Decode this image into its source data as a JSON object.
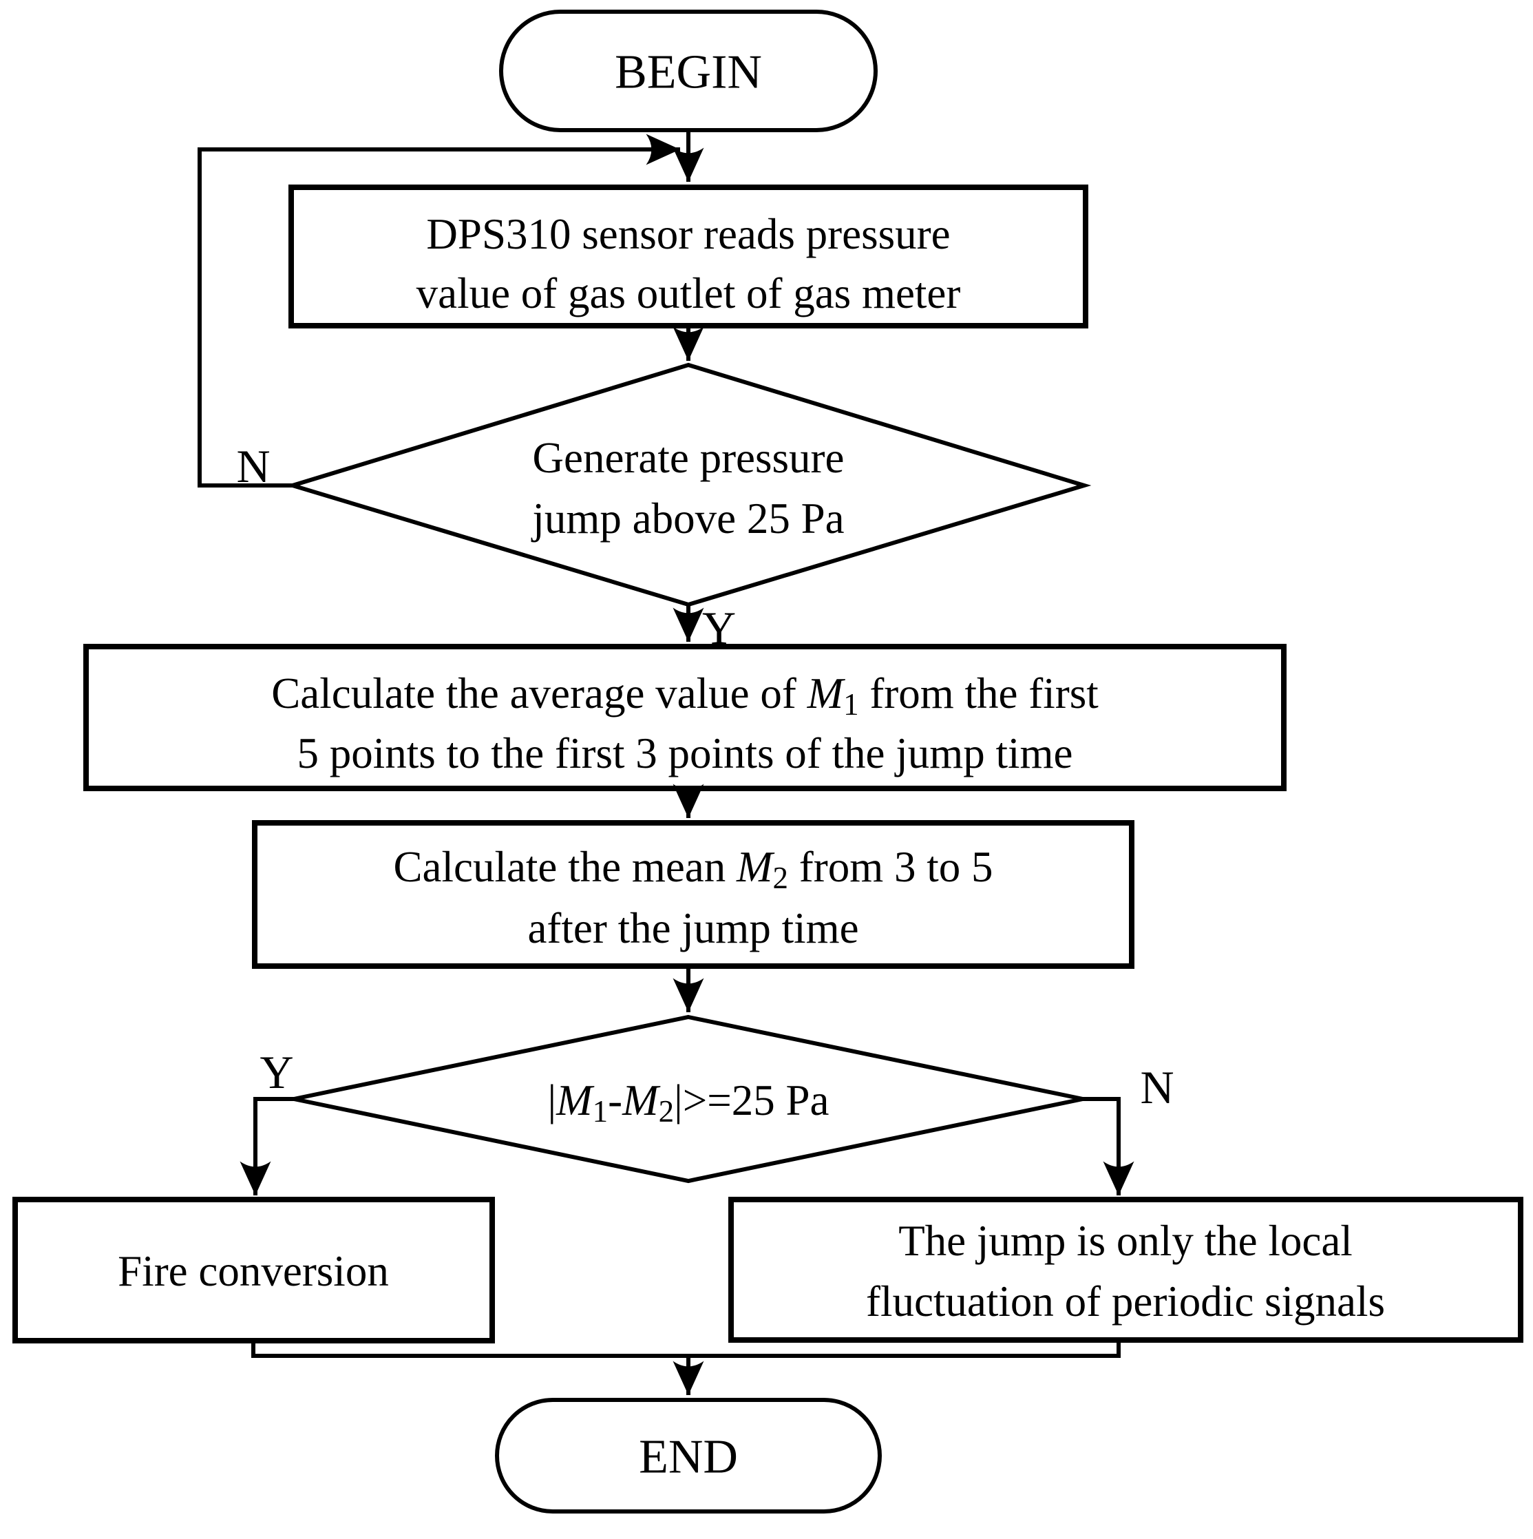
{
  "colors": {
    "stroke": "#000000",
    "background": "#ffffff"
  },
  "flowchart": {
    "begin": {
      "label": "BEGIN"
    },
    "box_read": {
      "line1": "DPS310 sensor reads pressure",
      "line2": "value of gas outlet of gas meter"
    },
    "diamond_jump": {
      "line1": "Generate pressure",
      "line2": "jump above 25 Pa",
      "no_label": "N",
      "yes_label": "Y"
    },
    "box_m1": {
      "line1_pre": "Calculate the average value of ",
      "m_symbol": "M",
      "m_sub": "1",
      "line1_post": " from the first",
      "line2": "5 points to the first 3 points of the jump time"
    },
    "box_m2": {
      "line1_pre": "Calculate the mean ",
      "m_symbol": "M",
      "m_sub": "2",
      "line1_post": " from 3 to 5",
      "line2": "after the jump time"
    },
    "diamond_compare": {
      "cond_open": "|",
      "m1_symbol": "M",
      "m1_sub": "1",
      "minus": "-",
      "m2_symbol": "M",
      "m2_sub": "2",
      "cond_close": "|>=25 Pa",
      "yes_label": "Y",
      "no_label": "N"
    },
    "box_fire": {
      "line1": "Fire conversion"
    },
    "box_fluctuation": {
      "line1": "The jump is only the local",
      "line2": "fluctuation of periodic signals"
    },
    "end": {
      "label": "END"
    }
  }
}
